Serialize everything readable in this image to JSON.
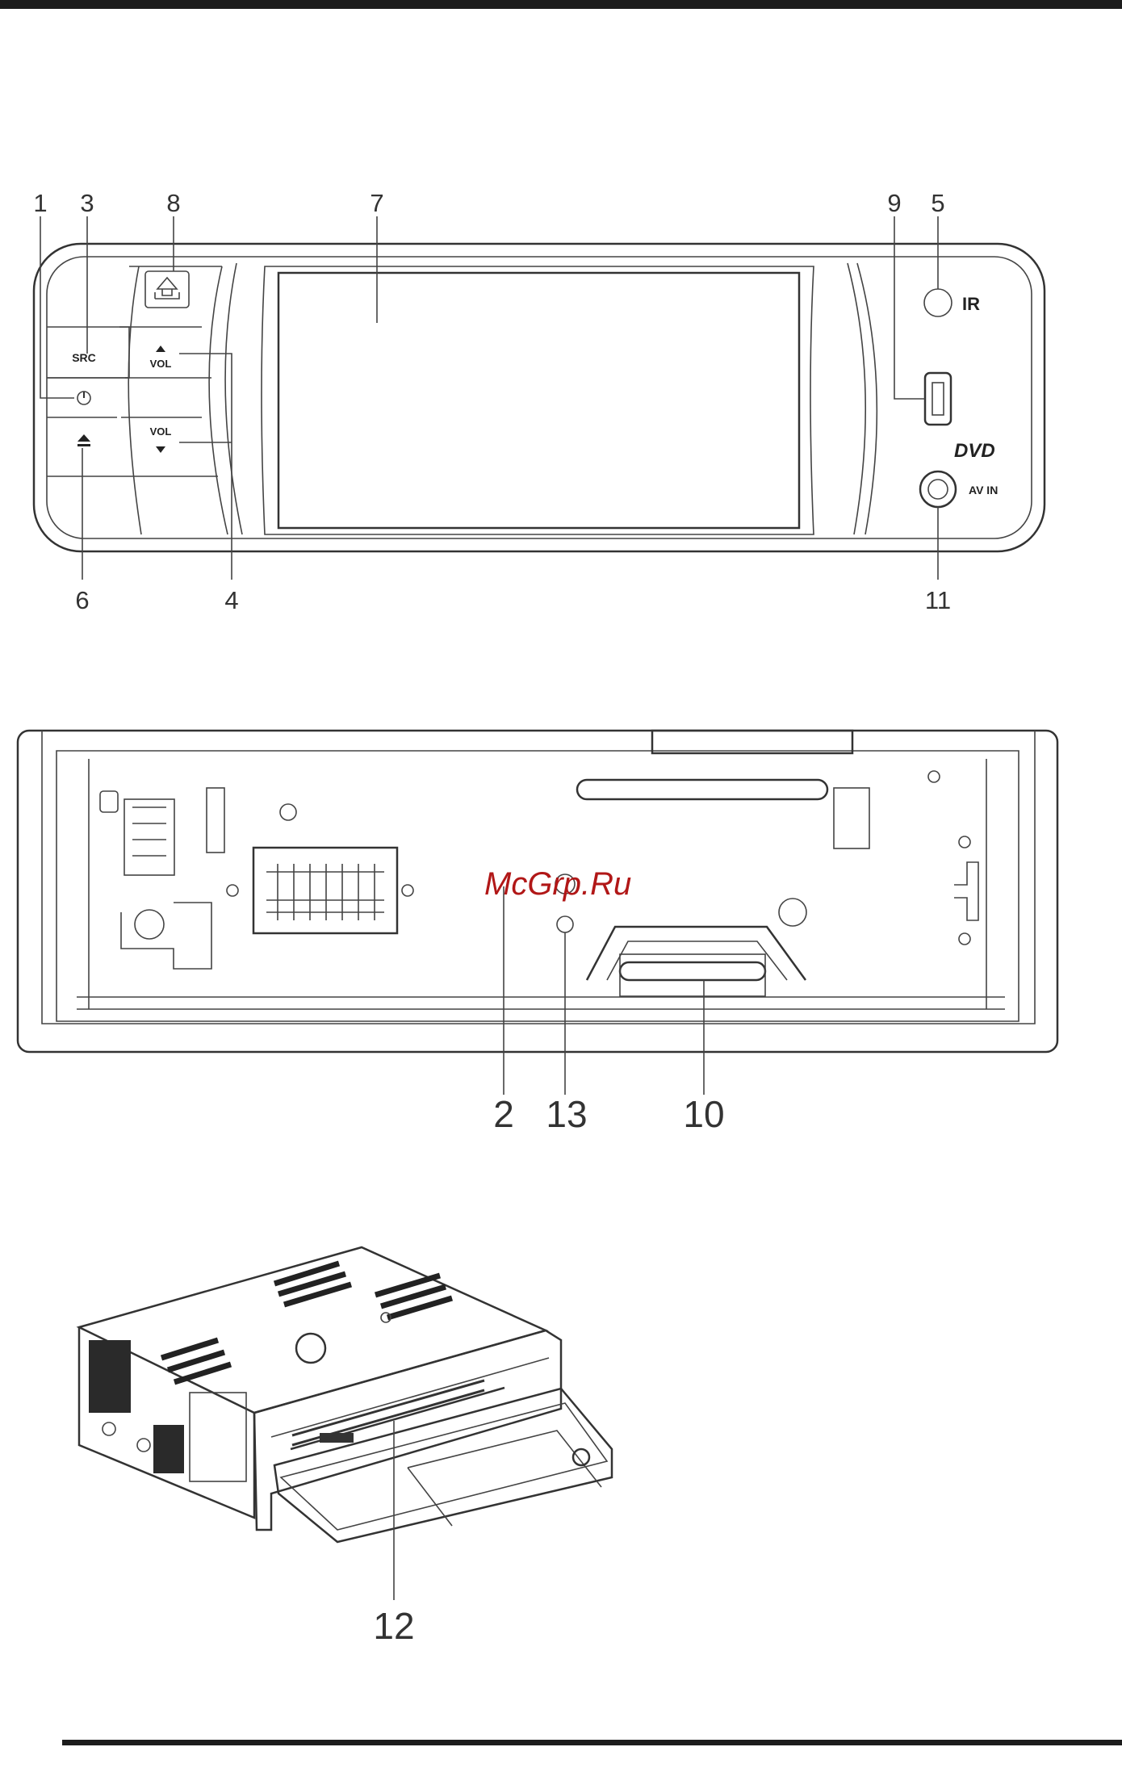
{
  "figure1": {
    "callouts": [
      "1",
      "3",
      "8",
      "7",
      "9",
      "5",
      "6",
      "4",
      "11"
    ],
    "buttons": {
      "src": "SRC",
      "vol_up": "VOL",
      "vol_down": "VOL"
    },
    "ir_label": "IR",
    "logo": "DVD",
    "av_in_label": "AV IN"
  },
  "figure2": {
    "callouts": [
      "2",
      "13",
      "10"
    ],
    "watermark": "McGrp.Ru"
  },
  "figure3": {
    "callouts": [
      "12"
    ]
  },
  "colors": {
    "line": "#333333",
    "watermark": "#b11717",
    "rule": "#1c1c1c"
  }
}
